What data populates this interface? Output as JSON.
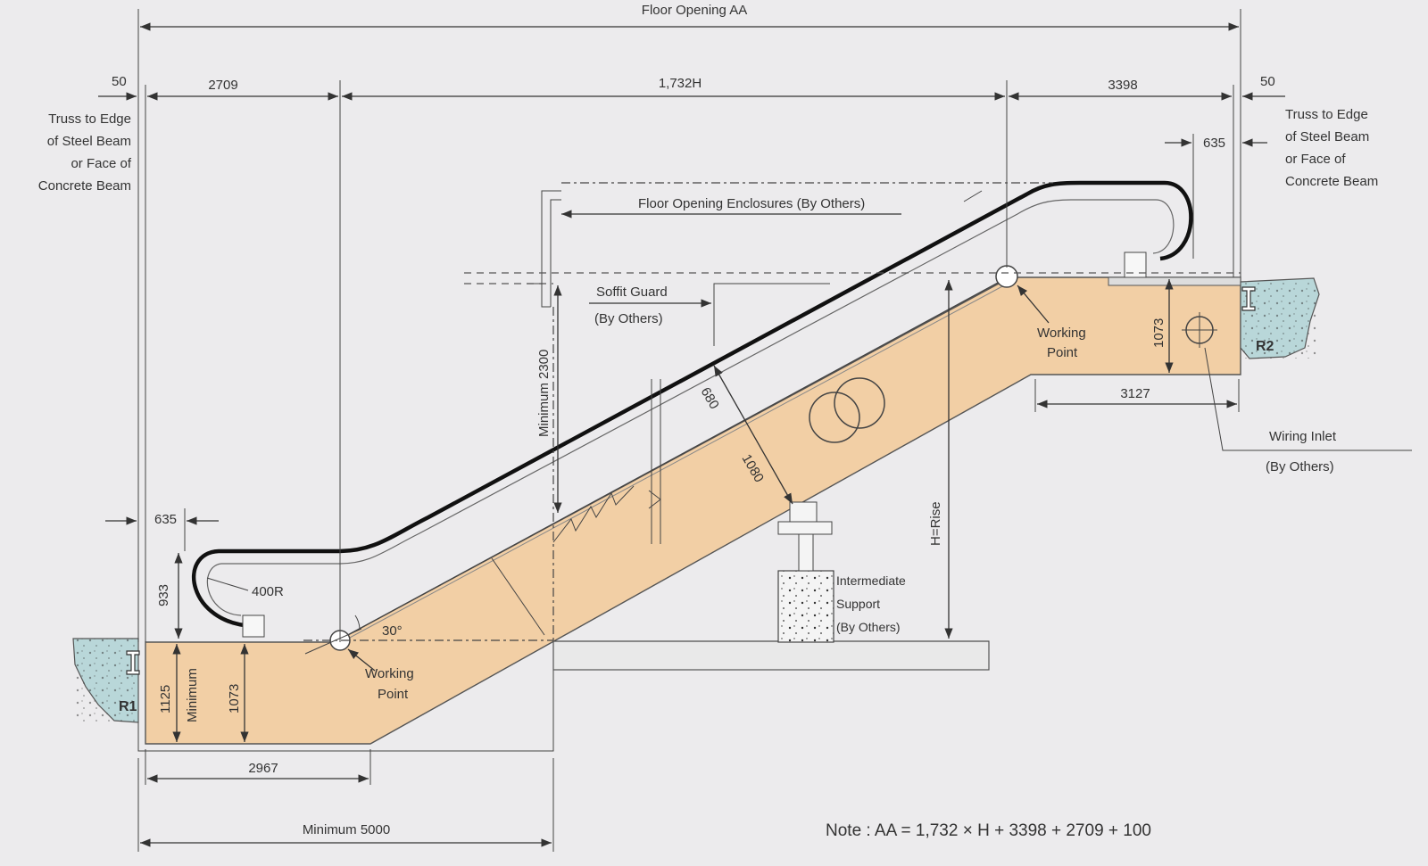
{
  "dimensions": {
    "floor_opening": "Floor Opening AA",
    "left_clear": "50",
    "right_clear": "50",
    "lower_length": "2709",
    "incline_length": "1,732H",
    "upper_length": "3398",
    "upper_offset": "635",
    "lower_offset": "635",
    "handrail_height_upper": "1073",
    "handrail_height_lower": "933",
    "truss_depth_lower": "1125",
    "truss_depth_lower_label": "Minimum",
    "truss_height_lower": "1073",
    "upper_pit_length": "3127",
    "lower_pit_length": "2967",
    "lower_pit_min": "Minimum  5000",
    "min_clearance": "Minimum  2300",
    "step_width": "680",
    "truss_width": "1080",
    "rise": "H=Rise",
    "radius": "400R",
    "angle": "30°"
  },
  "labels": {
    "left_truss": [
      "Truss to Edge",
      "of Steel Beam",
      "or Face of",
      "Concrete Beam"
    ],
    "right_truss": [
      "Truss to Edge",
      "of Steel Beam",
      "or Face of",
      "Concrete Beam"
    ],
    "floor_enclosure": "Floor Opening Enclosures (By Others)",
    "soffit_guard": [
      "Soffit Guard",
      "(By Others)"
    ],
    "working_point_upper": [
      "Working",
      "Point"
    ],
    "working_point_lower": [
      "Working",
      "Point"
    ],
    "wiring_inlet": [
      "Wiring Inlet",
      "(By Others)"
    ],
    "intermediate_support": [
      "Intermediate",
      "Support",
      "(By Others)"
    ],
    "r1": "R1",
    "r2": "R2"
  },
  "note": "Note : AA = 1,732 × H + 3398 + 2709 + 100"
}
